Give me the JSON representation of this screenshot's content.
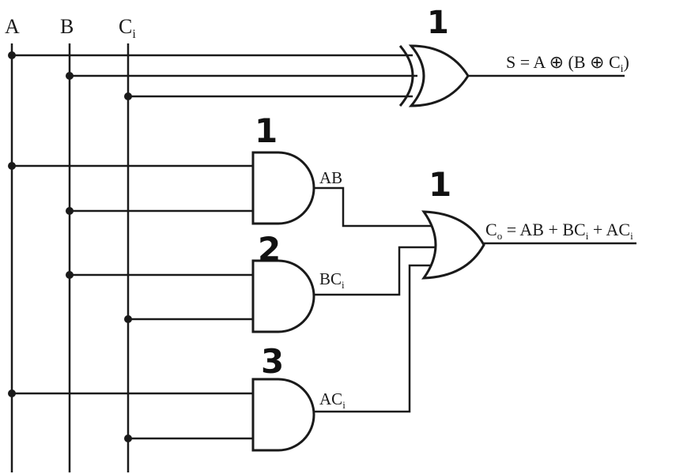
{
  "inputs": {
    "a": "A",
    "b": "B",
    "ci_main": "C",
    "ci_sub": "i"
  },
  "outputs": {
    "sum": {
      "main": "S = A ⊕ (B ⊕ C",
      "sub": "i",
      "tail": ")"
    },
    "carry": {
      "c": "C",
      "c_sub": "o",
      "part1": " = AB + BC",
      "sub1": "i",
      "part2": " + AC",
      "sub2": "i"
    }
  },
  "wire_labels": {
    "ab": "AB",
    "bc_main": "BC",
    "bc_sub": "i",
    "ac_main": "AC",
    "ac_sub": "i"
  },
  "gate_numbers": {
    "xor": "1",
    "and_ab": "1",
    "and_bc": "2",
    "and_ac": "3",
    "or": "1"
  },
  "gates": {
    "xor_gate": "xor-gate",
    "and_gates": [
      "and-gate",
      "and-gate",
      "and-gate"
    ],
    "or_gate": "or-gate"
  }
}
